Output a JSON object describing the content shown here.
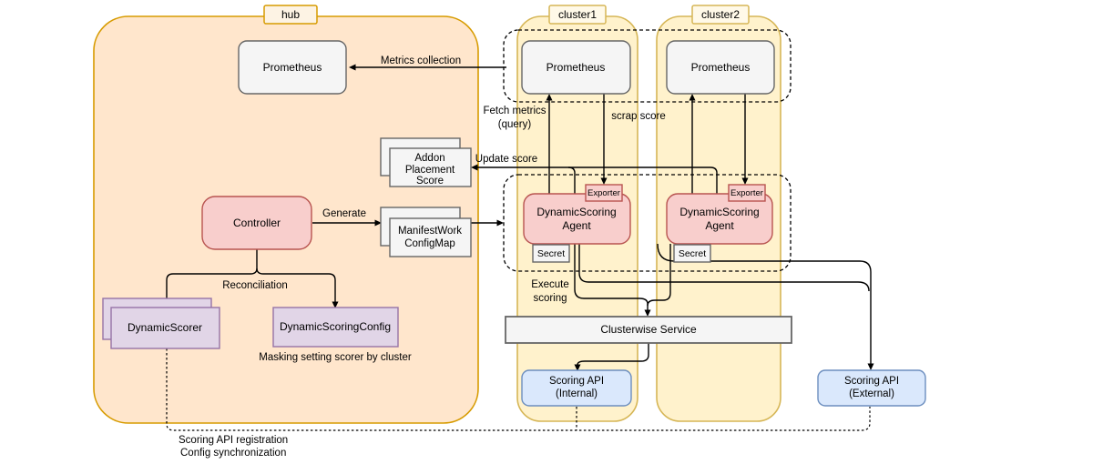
{
  "diagram": {
    "hub": {
      "label": "hub"
    },
    "clusters": [
      {
        "label": "cluster1"
      },
      {
        "label": "cluster2"
      }
    ],
    "nodes": {
      "prometheus": "Prometheus",
      "addon_placement_score": {
        "line1": "Addon",
        "line2": "Placement",
        "line3": "Score"
      },
      "manifestwork_configmap": {
        "line1": "ManifestWork",
        "line2": "ConfigMap"
      },
      "controller": "Controller",
      "dynamic_scorer": "DynamicScorer",
      "dynamic_scoring_config": "DynamicScoringConfig",
      "agent": {
        "line1": "DynamicScoring",
        "line2": "Agent"
      },
      "exporter": "Exporter",
      "secret": "Secret",
      "clusterwise_service": "Clusterwise Service",
      "scoring_api_internal": {
        "line1": "Scoring API",
        "line2": "(Internal)"
      },
      "scoring_api_external": {
        "line1": "Scoring API",
        "line2": "(External)"
      }
    },
    "edge_labels": {
      "metrics_collection": "Metrics collection",
      "fetch_metrics_line1": "Fetch metrics",
      "fetch_metrics_line2": "(query)",
      "scrap_score": "scrap score",
      "update_score": "Update score",
      "generate": "Generate",
      "reconciliation": "Reconciliation",
      "execute_scoring_line1": "Execute",
      "execute_scoring_line2": "scoring",
      "masking_note": "Masking setting scorer by cluster",
      "registration_line1": "Scoring API registration",
      "registration_line2": "Config synchronization"
    },
    "colors": {
      "hub_fill": "#ffe6cc",
      "hub_stroke": "#d79b00",
      "cluster_fill": "#fff2cc",
      "cluster_stroke": "#d6b656",
      "grey_node_fill": "#f5f5f5",
      "grey_node_stroke": "#666666",
      "pink_node_fill": "#f8cecc",
      "pink_node_stroke": "#b85450",
      "purple_node_fill": "#e1d5e7",
      "purple_node_stroke": "#9673a6",
      "blue_node_fill": "#dae8fc",
      "blue_node_stroke": "#6c8ebf",
      "edge_color": "#000000"
    }
  }
}
